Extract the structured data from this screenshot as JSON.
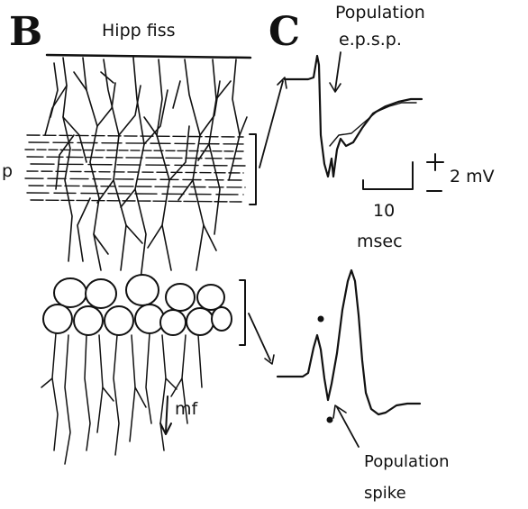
{
  "panel_b": {
    "letter": "B",
    "fissure_label": "Hipp fiss",
    "layer_label": "p",
    "fiber_label": "mf"
  },
  "panel_c": {
    "letter": "C",
    "epsp_label_line1": "Population",
    "epsp_label_line2": "e.p.s.p.",
    "spike_label_line1": "Population",
    "spike_label_line2": "spike",
    "scale_voltage": "2 mV",
    "scale_time_value": "10",
    "scale_time_unit": "msec"
  }
}
